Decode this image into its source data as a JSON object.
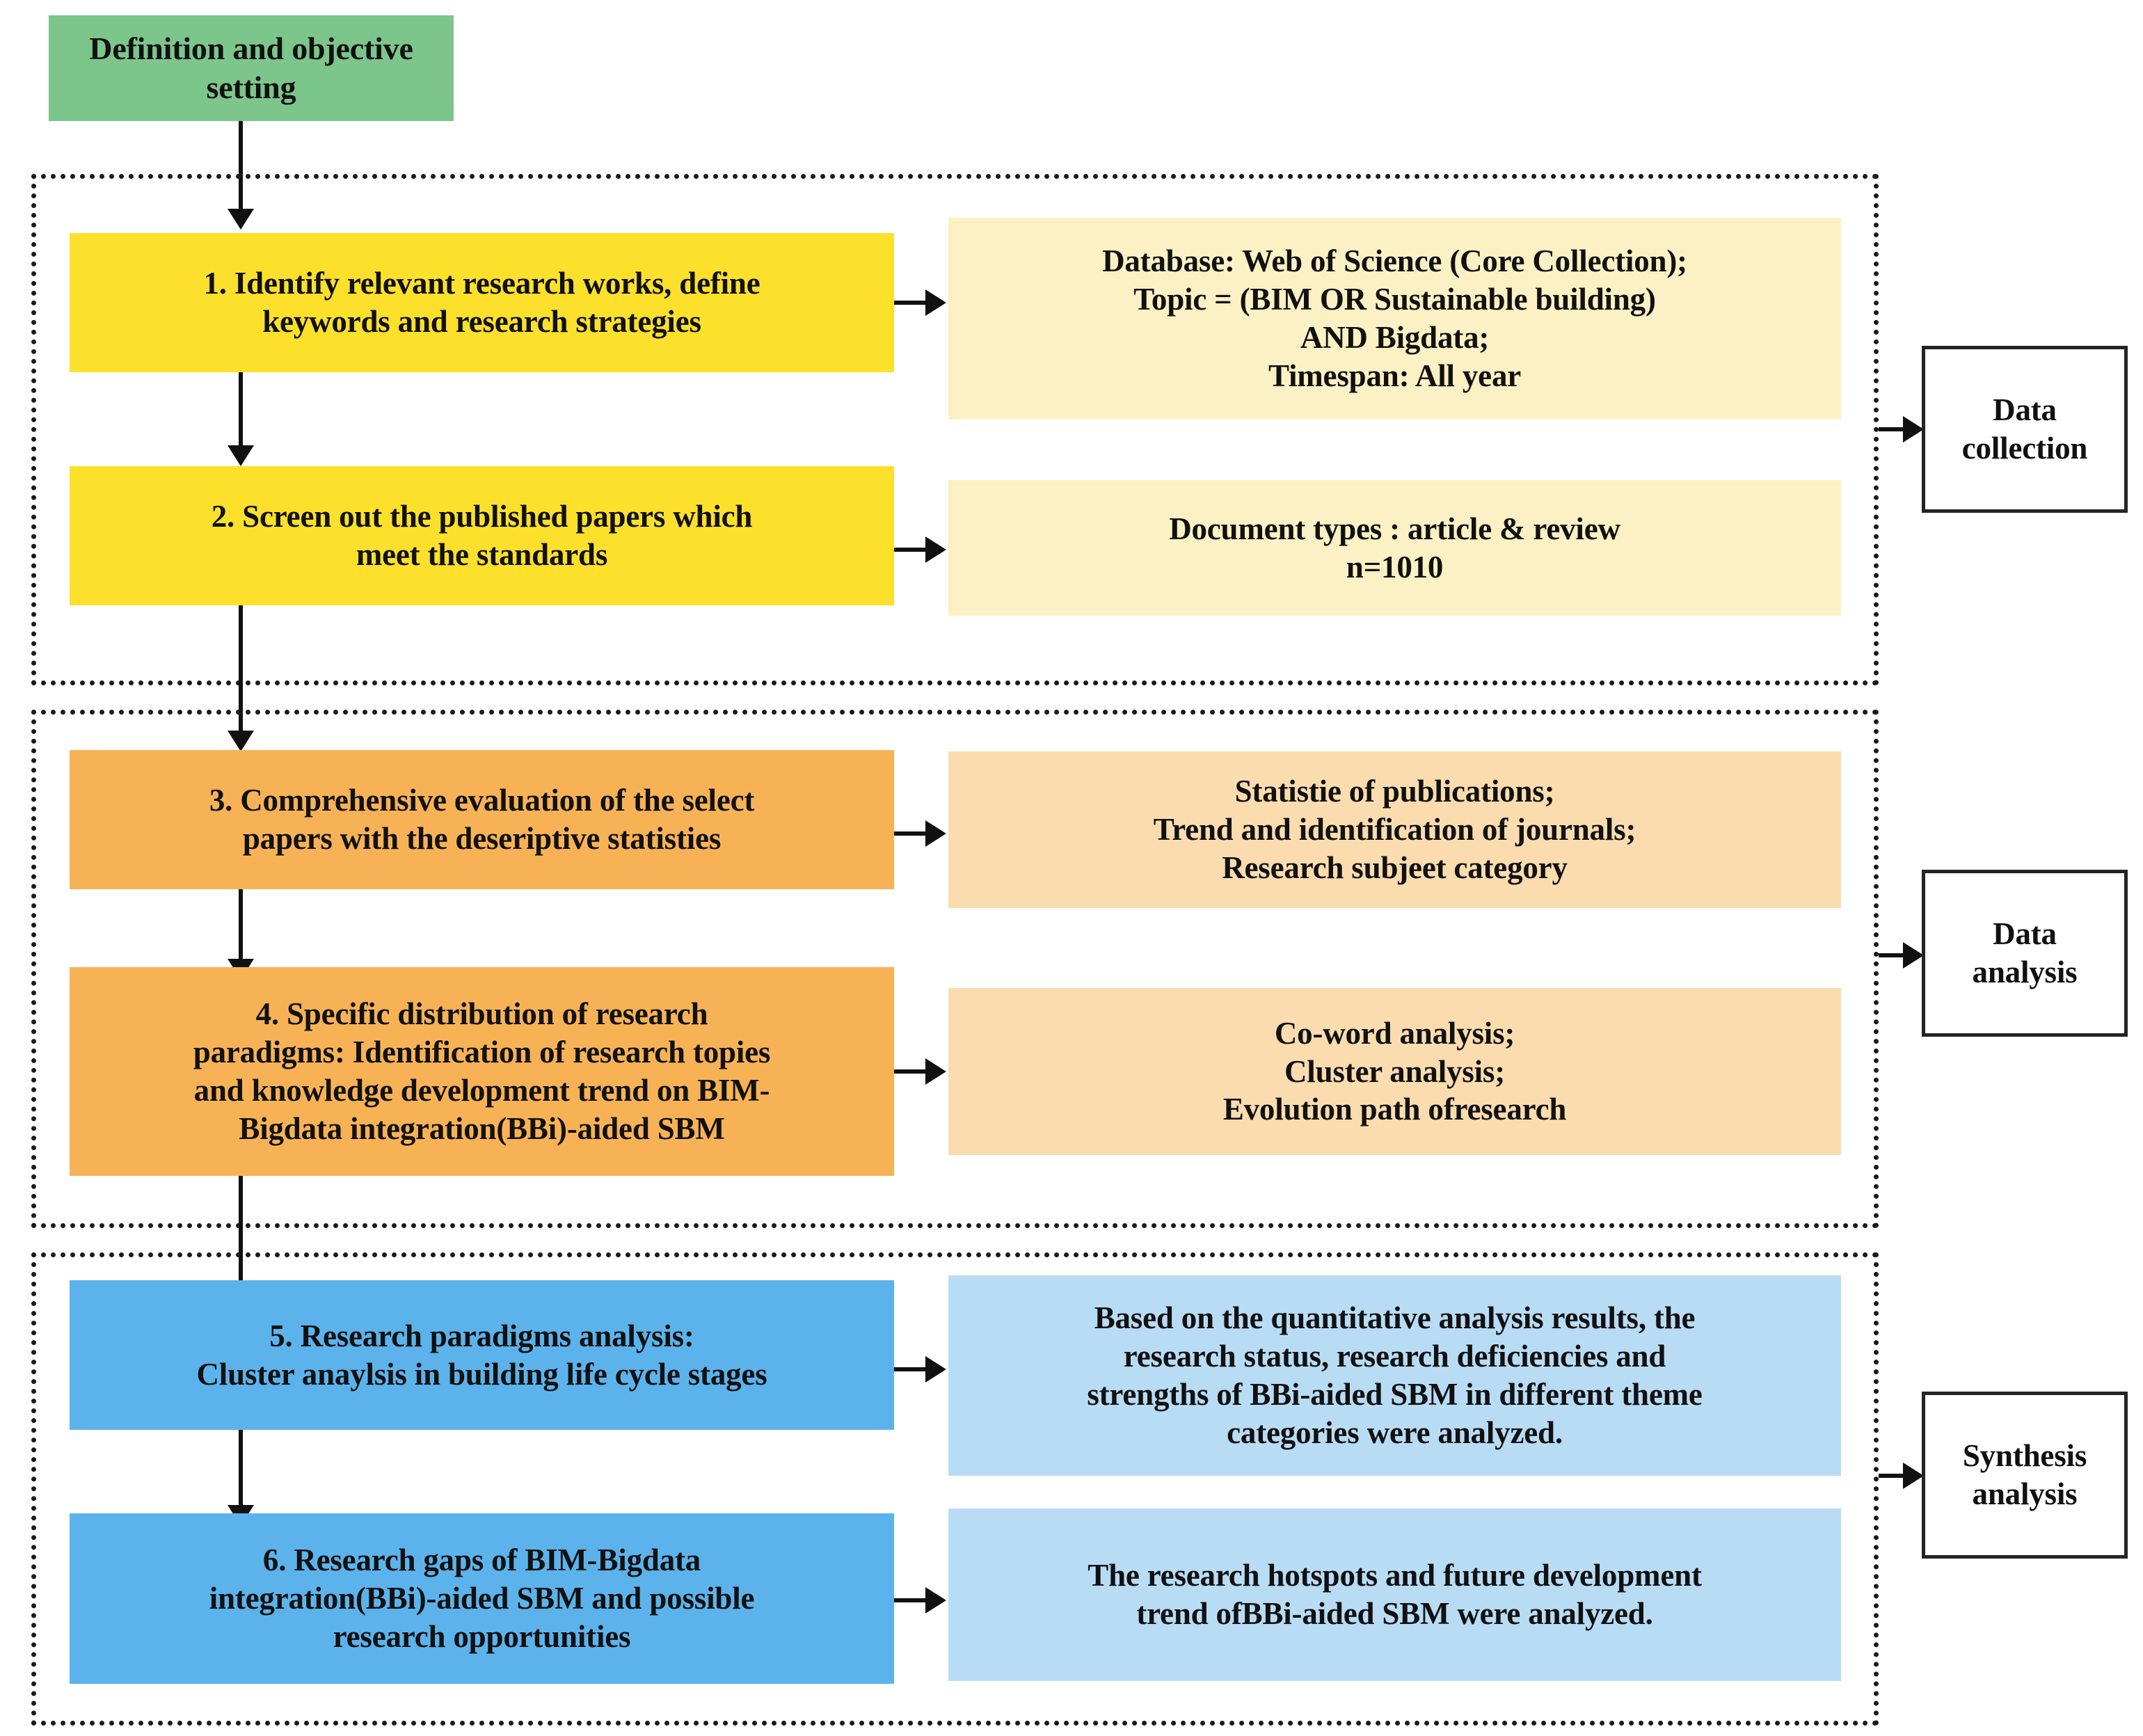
{
  "header": {
    "label": "Definition and objective setting"
  },
  "groups": [
    {
      "id": "data-collection",
      "label": "Data collection"
    },
    {
      "id": "data-analysis",
      "label": "Data analysis"
    },
    {
      "id": "synthesis-analysis",
      "label": "Synthesis analysis"
    }
  ],
  "steps": [
    {
      "number": "1.",
      "title_line1": "1.  Identify relevant research works, define",
      "title_line2": "keywords and research strategies",
      "detail_lines": [
        "Database: Web of Science (Core Collection);",
        "Topic = (BIM OR Sustainable building)",
        "AND Bigdata;",
        "Timespan: All year"
      ]
    },
    {
      "number": "2.",
      "title_line1": "2. Screen out the published papers which",
      "title_line2": "meet the standards",
      "detail_lines": [
        "Document types : article & review",
        "n=1010"
      ]
    },
    {
      "number": "3.",
      "title_line1": "3. Comprehensive evaluation of the select",
      "title_line2": "papers with the deseriptive statisties",
      "detail_lines": [
        "Statistie of publications;",
        "Trend and identification of journals;",
        "Research subjeet category"
      ]
    },
    {
      "number": "4.",
      "title_line1": "4. Specific distribution of research",
      "title_line2": "paradigms: Identification of research topies",
      "title_line3": "and knowledge development trend on BIM-",
      "title_line4": "Bigdata integration(BBi)-aided SBM",
      "detail_lines": [
        "Co-word analysis;",
        "Cluster analysis;",
        "Evolution path ofresearch"
      ]
    },
    {
      "number": "5.",
      "title_line1": "5. Research paradigms analysis:",
      "title_line2": "Cluster anaylsis in building life cycle stages",
      "detail_lines": [
        "Based on the quantitative analysis results, the",
        "research status, research deficiencies and",
        "strengths of BBi-aided SBM in different theme",
        "categories were analyzed."
      ]
    },
    {
      "number": "6.",
      "title_line1": "6. Research gaps of BIM-Bigdata",
      "title_line2": "integration(BBi)-aided SBM and possible",
      "title_line3": "research opportunities",
      "detail_lines": [
        "The research hotspots and future development",
        "trend ofBBi-aided SBM were analyzed."
      ]
    }
  ],
  "colors": {
    "header_green": "#7CC68B",
    "step_yellow": "#FCE02B",
    "detail_yellow": "#FBF1C4",
    "step_orange": "#F8B256",
    "detail_orange": "#FBDCAF",
    "step_blue": "#5CB3EC",
    "detail_blue": "#B9DCF5",
    "line_black": "#111111"
  }
}
